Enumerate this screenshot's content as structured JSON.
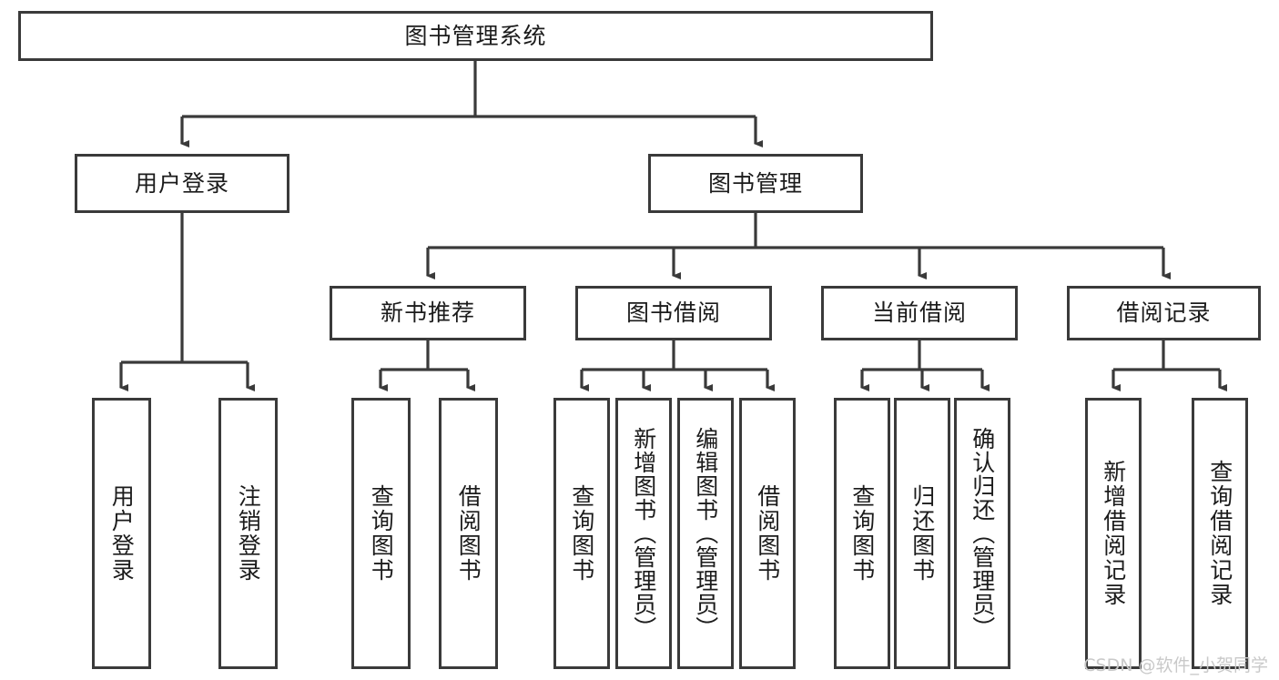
{
  "diagram": {
    "type": "tree-hierarchy",
    "title": "图书管理系统",
    "watermark": "CSDN @软件_小贺同学",
    "colors": {
      "box_border": "#3a3a3a",
      "box_fill": "#ffffff",
      "connector": "#3a3a3a",
      "text": "#1b1b1b",
      "watermark": "#c9c9c9",
      "background": "#ffffff"
    },
    "root": {
      "label": "图书管理系统"
    },
    "level2": [
      {
        "label": "用户登录"
      },
      {
        "label": "图书管理"
      }
    ],
    "level3": [
      {
        "label": "新书推荐"
      },
      {
        "label": "图书借阅"
      },
      {
        "label": "当前借阅"
      },
      {
        "label": "借阅记录"
      }
    ],
    "leaves": {
      "user_login": [
        {
          "label": "用户登录"
        },
        {
          "label": "注销登录"
        }
      ],
      "new_book_recommend": [
        {
          "label": "查询图书"
        },
        {
          "label": "借阅图书"
        }
      ],
      "book_borrow": [
        {
          "label": "查询图书"
        },
        {
          "label": "新增图书（管理员）"
        },
        {
          "label": "编辑图书（管理员）"
        },
        {
          "label": "借阅图书"
        }
      ],
      "current_borrow": [
        {
          "label": "查询图书"
        },
        {
          "label": "归还图书"
        },
        {
          "label": "确认归还（管理员）"
        }
      ],
      "borrow_record": [
        {
          "label": "新增借阅记录"
        },
        {
          "label": "查询借阅记录"
        }
      ]
    }
  }
}
